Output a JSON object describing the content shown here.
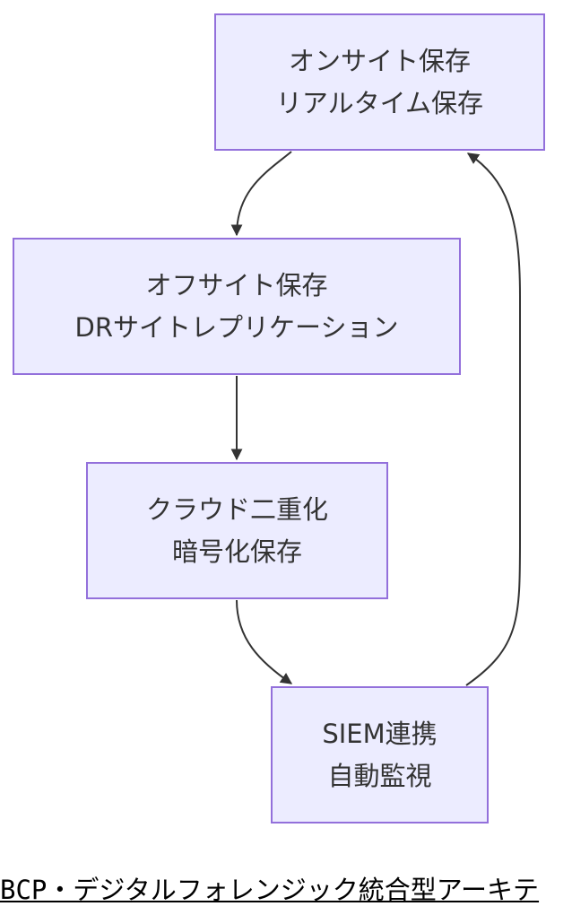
{
  "diagram": {
    "nodes": [
      {
        "id": "onsite",
        "lines": [
          "オンサイト保存",
          "リアルタイム保存"
        ]
      },
      {
        "id": "offsite",
        "lines": [
          "オフサイト保存",
          "DRサイトレプリケーション"
        ]
      },
      {
        "id": "cloud",
        "lines": [
          "クラウド二重化",
          "暗号化保存"
        ]
      },
      {
        "id": "siem",
        "lines": [
          "SIEM連携",
          "自動監視"
        ]
      }
    ],
    "edges": [
      {
        "from": "onsite",
        "to": "offsite"
      },
      {
        "from": "offsite",
        "to": "cloud"
      },
      {
        "from": "cloud",
        "to": "siem"
      },
      {
        "from": "siem",
        "to": "onsite"
      }
    ],
    "colors": {
      "node_fill": "#ECECFF",
      "node_stroke": "#9370DB",
      "edge": "#333333",
      "text": "#333333"
    }
  },
  "caption": "BCP・デジタルフォレンジック統合型アーキテ"
}
